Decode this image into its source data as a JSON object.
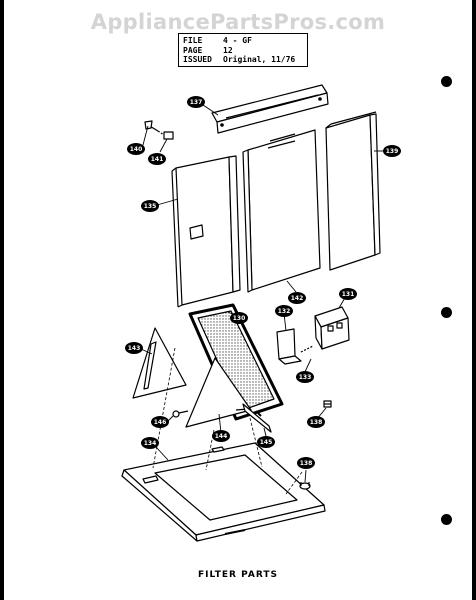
{
  "watermark": "AppliancePartsPros.com",
  "file_box": {
    "file_label": "FILE",
    "file_value": "4 - GF",
    "page_label": "PAGE",
    "page_value": "12",
    "issued_label": "ISSUED",
    "issued_value": "Original, 11/76"
  },
  "callouts": {
    "p137": "137",
    "p140": "140",
    "p141": "141",
    "p139": "139",
    "p135": "135",
    "p142": "142",
    "p131": "131",
    "p132": "132",
    "p130": "130",
    "p143": "143",
    "p133": "133",
    "p146": "146",
    "p144": "144",
    "p145": "145",
    "p138a": "138",
    "p134": "134",
    "p138b": "138"
  },
  "caption": "FILTER PARTS"
}
